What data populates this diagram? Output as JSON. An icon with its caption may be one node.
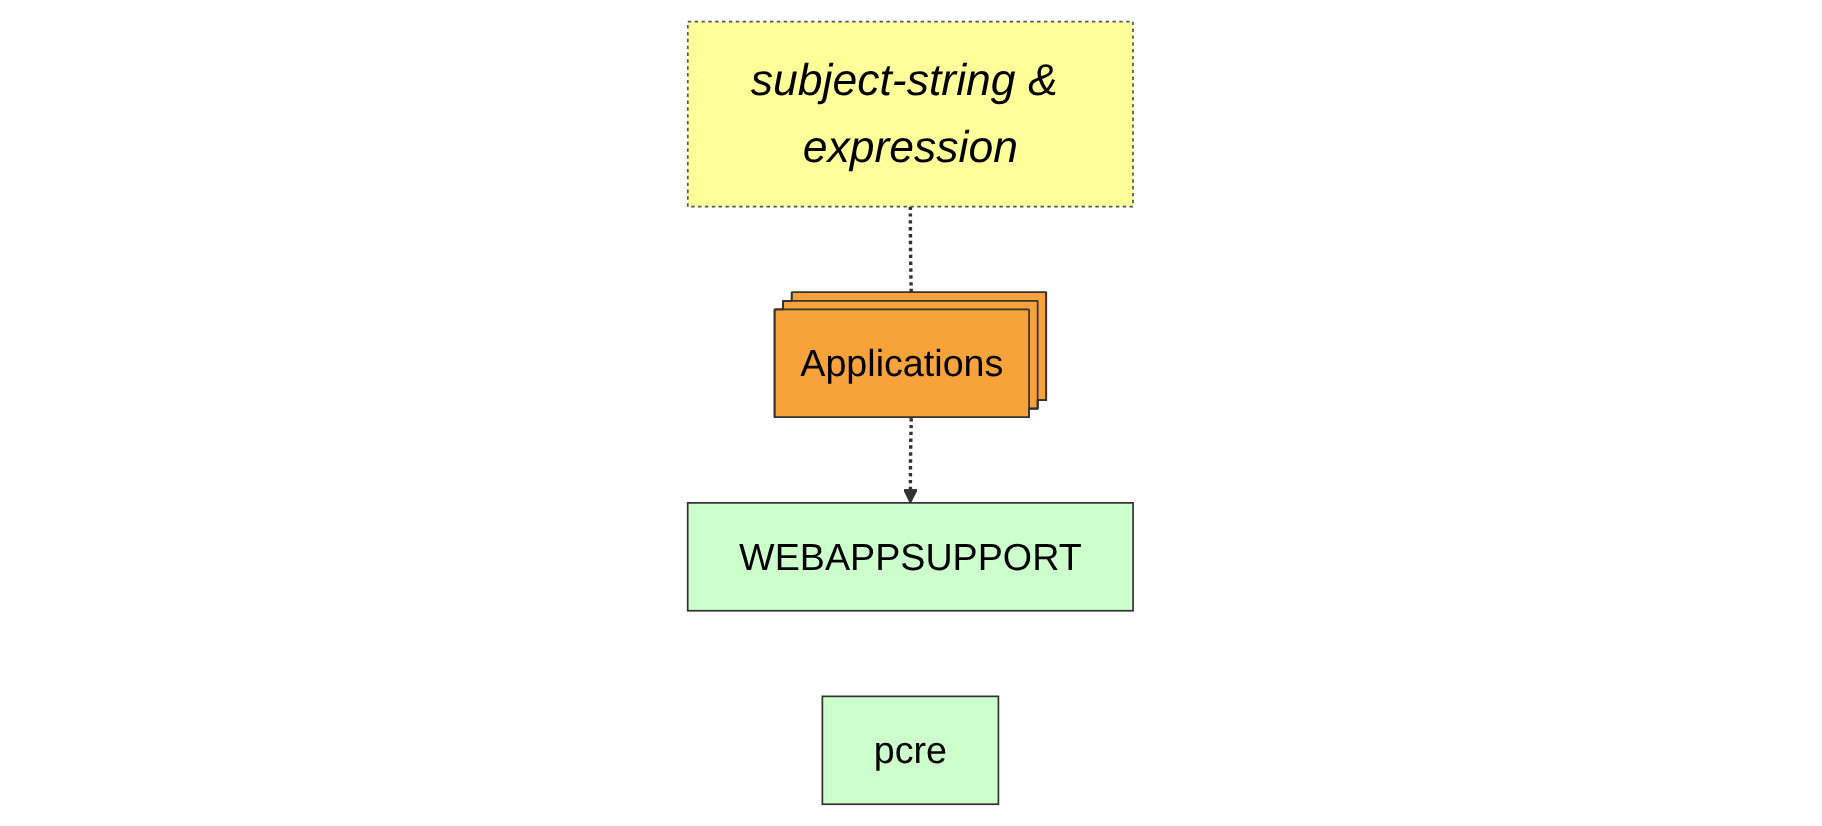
{
  "diagram": {
    "nodes": [
      {
        "text": [
          "subject-string & expression"
        ]
      },
      {
        "text": [
          "Applications"
        ]
      },
      {
        "text": [
          "WEBAPPSUPPORT"
        ]
      },
      {
        "text": [
          "pcre"
        ]
      }
    ],
    "edges": [
      {
        "from": 0,
        "to": 1,
        "arrow": "none",
        "style": "dashed"
      },
      {
        "from": 1,
        "to": 2,
        "arrow": "to",
        "style": "dashed"
      }
    ]
  }
}
